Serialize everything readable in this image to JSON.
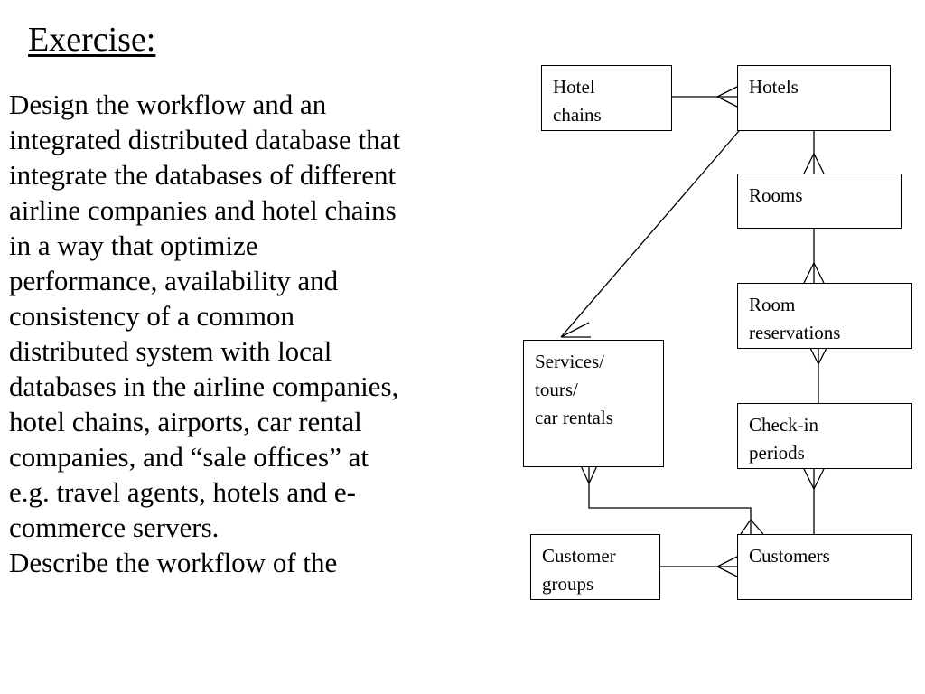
{
  "title": "Exercise:",
  "body_lines": [
    "Design the workflow and an",
    "integrated distributed database that",
    "integrate the databases of different",
    "airline companies and hotel chains",
    "in a way that optimize",
    "performance, availability and",
    "consistency of a common",
    "distributed system with local",
    "databases in the airline companies,",
    "hotel chains, airports, car rental",
    "companies, and “sale offices” at",
    "e.g. travel agents, hotels and e-",
    "commerce servers.",
    "Describe the workflow of the"
  ],
  "diagram": {
    "entities": {
      "hotel_chains": [
        "Hotel",
        "chains"
      ],
      "hotels": [
        "Hotels"
      ],
      "rooms": [
        "Rooms"
      ],
      "room_reservations": [
        "Room",
        "reservations"
      ],
      "services": [
        "Services/",
        "tours/",
        "car rentals"
      ],
      "checkin_periods": [
        "Check-in",
        "periods"
      ],
      "customer_groups": [
        "Customer",
        "groups"
      ],
      "customers": [
        "Customers"
      ]
    }
  }
}
